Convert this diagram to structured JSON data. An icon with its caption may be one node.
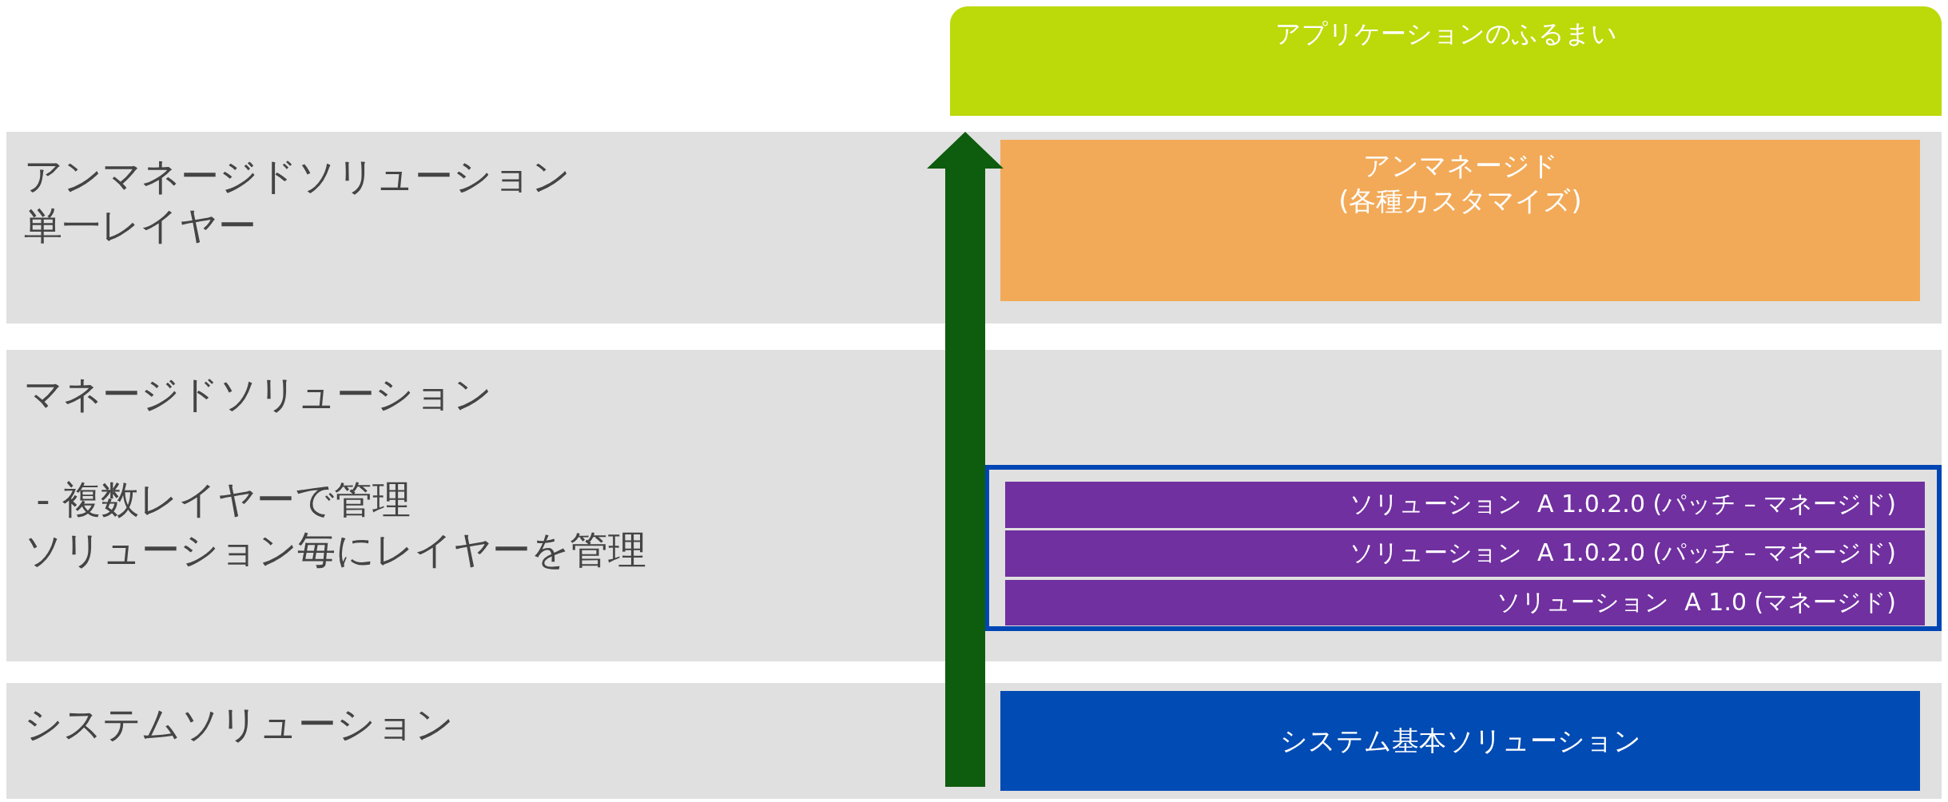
{
  "diagram": {
    "nodes": [
      {
        "text": [
          "アプリケーションのふるまい"
        ]
      },
      {
        "text": [
          "アンマネージドソリューション",
          "単一レイヤー"
        ]
      },
      {
        "text": [
          "アンマネージド",
          "(各種カスタマイズ)"
        ],
        "in": 1
      },
      {
        "text": [
          "マネージドソリューション",
          " - 複数レイヤーで管理",
          "ソリューション毎にレイヤーを管理"
        ]
      },
      {
        "text": [],
        "shape": "box",
        "in": 3
      },
      {
        "text": [
          "ソリューション  A 1.0.2.0 (パッチ – マネージド)"
        ],
        "in": 4
      },
      {
        "text": [
          "ソリューション  A 1.0.2.0 (パッチ – マネージド)"
        ],
        "in": 4
      },
      {
        "text": [
          "ソリューション  A 1.0 (マネージド)"
        ],
        "in": 4
      },
      {
        "text": [
          "システムソリューション"
        ]
      },
      {
        "text": [
          "システム基本ソリューション"
        ],
        "in": 8
      }
    ]
  }
}
